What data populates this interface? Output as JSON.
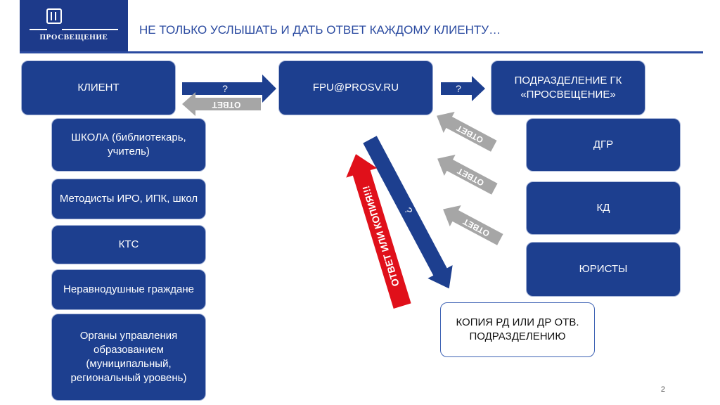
{
  "header": {
    "logo_text": "ПРОСВЕЩЕНИЕ",
    "title": "НЕ ТОЛЬКО УСЛЫШАТЬ И ДАТЬ ОТВЕТ КАЖДОМУ КЛИЕНТУ…"
  },
  "nodes": {
    "client": "КЛИЕНТ",
    "email": "FPU@PROSV.RU",
    "division": "ПОДРАЗДЕЛЕНИЕ ГК «ПРОСВЕЩЕНИЕ»",
    "school": "ШКОЛА (библиотекарь, учитель)",
    "methodists": "Методисты ИРО, ИПК, школ",
    "kts": "КТС",
    "citizens": "Неравнодушные граждане",
    "authorities": "Органы управления образованием (муниципальный, региональный уровень)",
    "dgr": "ДГР",
    "kd": "КД",
    "lawyers": "ЮРИСТЫ",
    "copy": "КОПИЯ РД ИЛИ ДР ОТВ. ПОДРАЗДЕЛЕНИЮ"
  },
  "arrows": {
    "question": "?",
    "answer": "ОТВЕТ",
    "answer_or_copy": "ОТВЕТ ИЛИ КОПИЯ!!!"
  },
  "colors": {
    "primary": "#1d3f8f",
    "header_accent": "#2a4aa0",
    "answer_arrow": "#a6a6a6",
    "alert_arrow": "#e0101a"
  },
  "page_number": "2"
}
